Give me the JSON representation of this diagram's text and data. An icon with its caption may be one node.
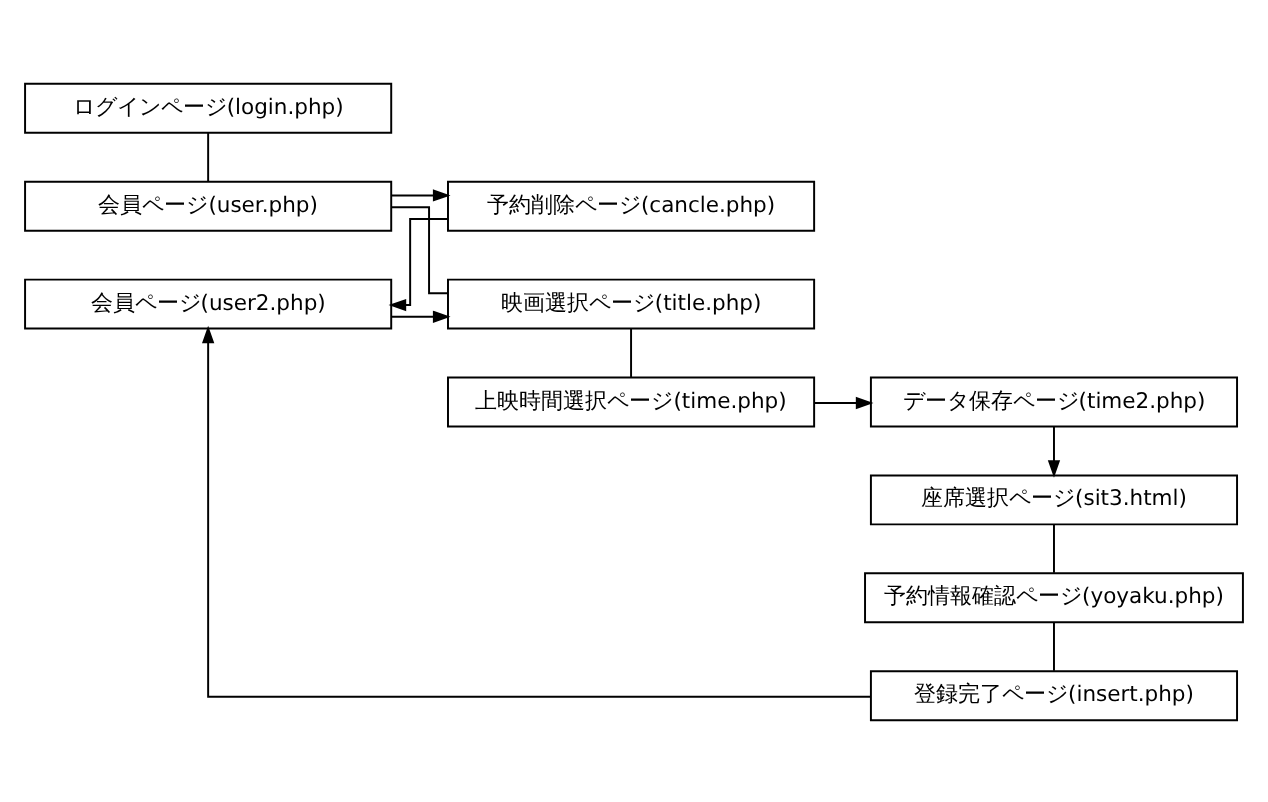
{
  "diagram": {
    "nodes": [
      {
        "text": [
          "ログインページ(login.php)"
        ]
      },
      {
        "text": [
          "会員ページ(user.php)"
        ]
      },
      {
        "text": [
          "予約削除ページ(cancle.php)"
        ]
      },
      {
        "text": [
          "会員ページ(user2.php)"
        ]
      },
      {
        "text": [
          "映画選択ページ(title.php)"
        ]
      },
      {
        "text": [
          "上映時間選択ページ(time.php)"
        ]
      },
      {
        "text": [
          "データ保存ページ(time2.php)"
        ]
      },
      {
        "text": [
          "座席選択ページ(sit3.html)"
        ]
      },
      {
        "text": [
          "予約情報確認ページ(yoyaku.php)"
        ]
      },
      {
        "text": [
          "登録完了ページ(insert.php)"
        ]
      }
    ],
    "edges": [
      {
        "from": 0,
        "to": 1,
        "arrow": "none"
      },
      {
        "from": 1,
        "to": 2,
        "arrow": "to"
      },
      {
        "from": 2,
        "to": 3,
        "arrow": "to"
      },
      {
        "from": 3,
        "to": 4,
        "arrow": "to"
      },
      {
        "from": 1,
        "to": 4,
        "arrow": "none"
      },
      {
        "from": 4,
        "to": 5,
        "arrow": "none"
      },
      {
        "from": 5,
        "to": 6,
        "arrow": "to"
      },
      {
        "from": 6,
        "to": 7,
        "arrow": "to"
      },
      {
        "from": 7,
        "to": 8,
        "arrow": "none"
      },
      {
        "from": 8,
        "to": 9,
        "arrow": "none"
      },
      {
        "from": 9,
        "to": 3,
        "arrow": "to"
      }
    ]
  }
}
